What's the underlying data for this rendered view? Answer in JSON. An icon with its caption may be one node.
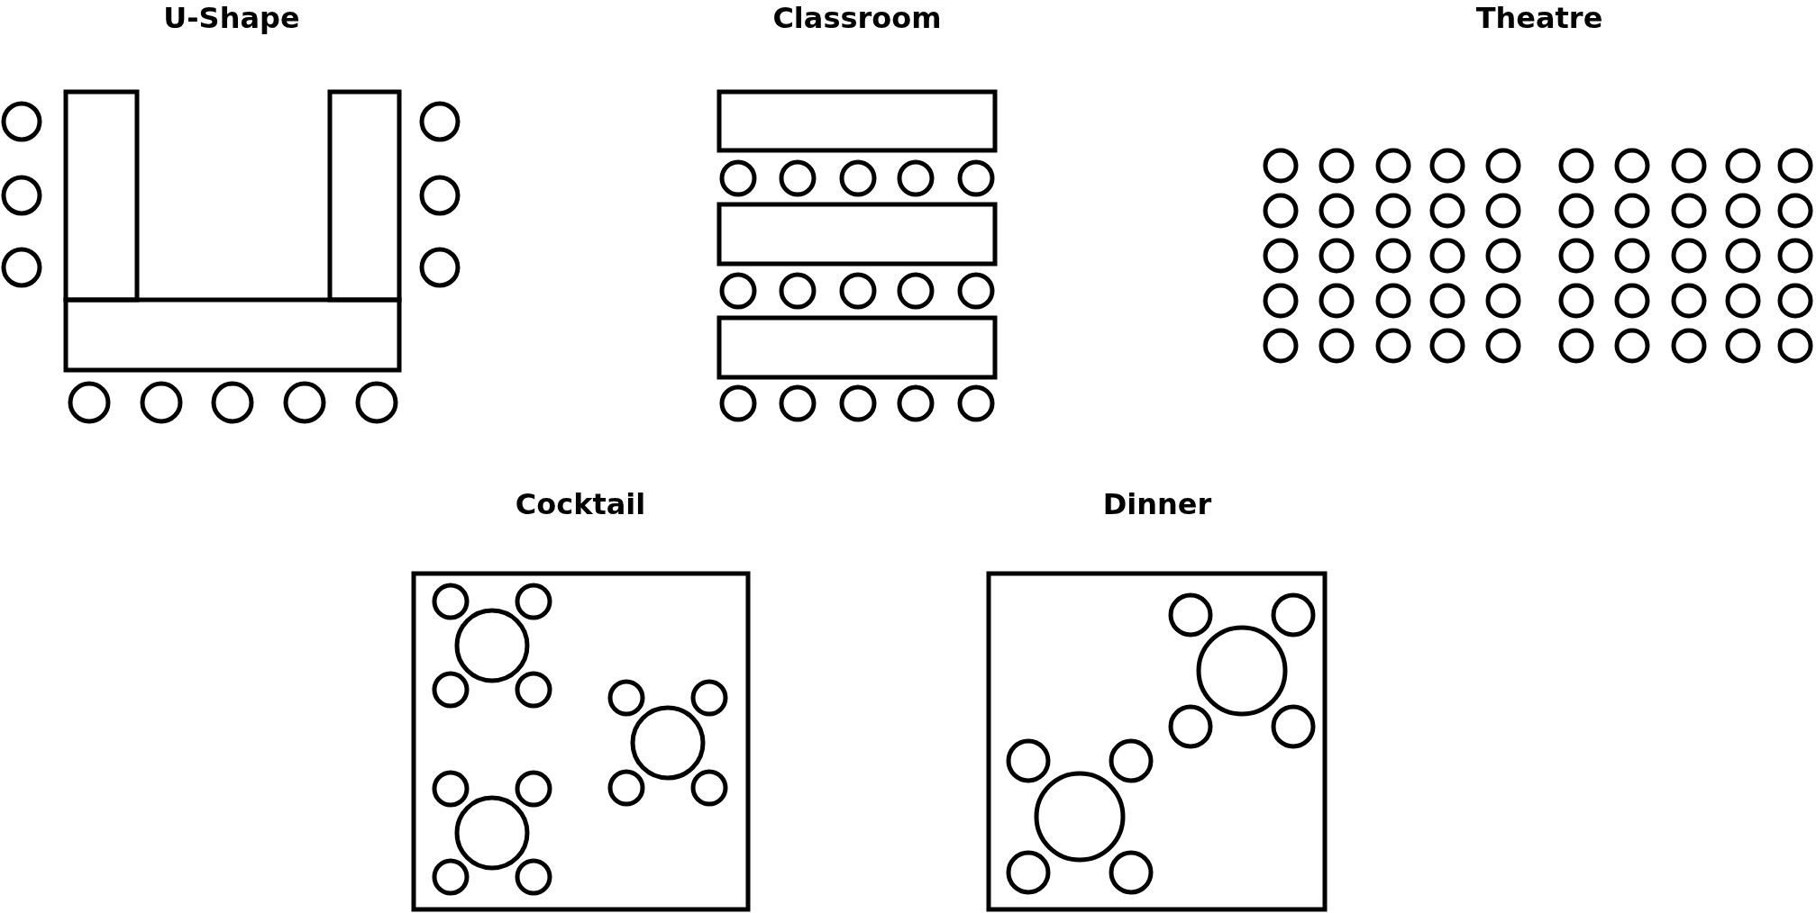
{
  "diagram": {
    "labels": [
      "U-Shape",
      "Classroom",
      "Theatre",
      "Cocktail",
      "Dinner"
    ]
  }
}
